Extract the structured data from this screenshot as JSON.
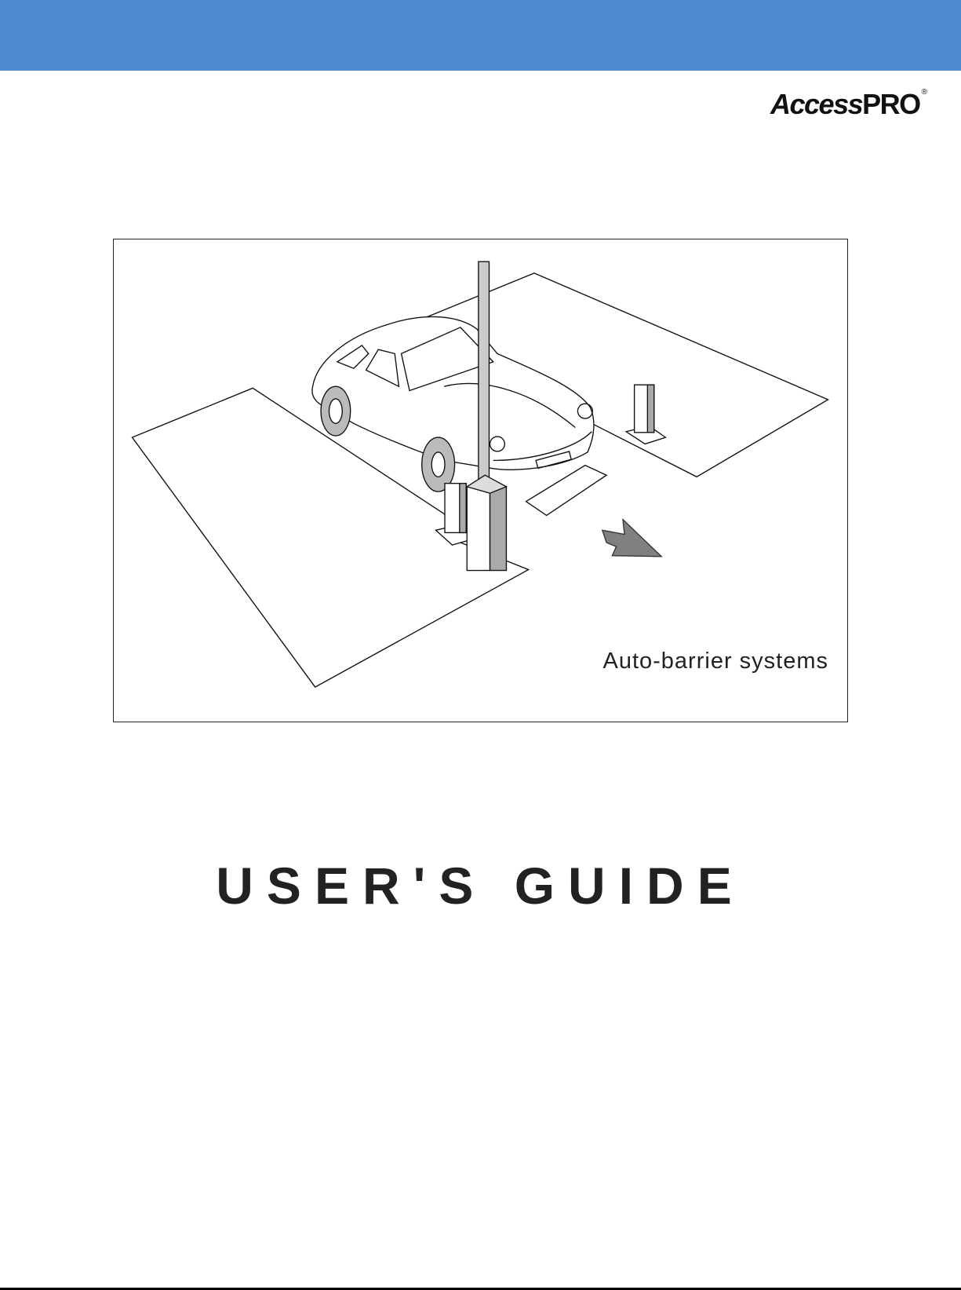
{
  "header": {
    "bar_color": "#4f8bd0"
  },
  "logo": {
    "part1": "Access",
    "part2": "PRO",
    "registered": "®"
  },
  "illustration": {
    "caption": "Auto-barrier systems",
    "arrow_color": "#808080"
  },
  "title": "USER'S GUIDE"
}
